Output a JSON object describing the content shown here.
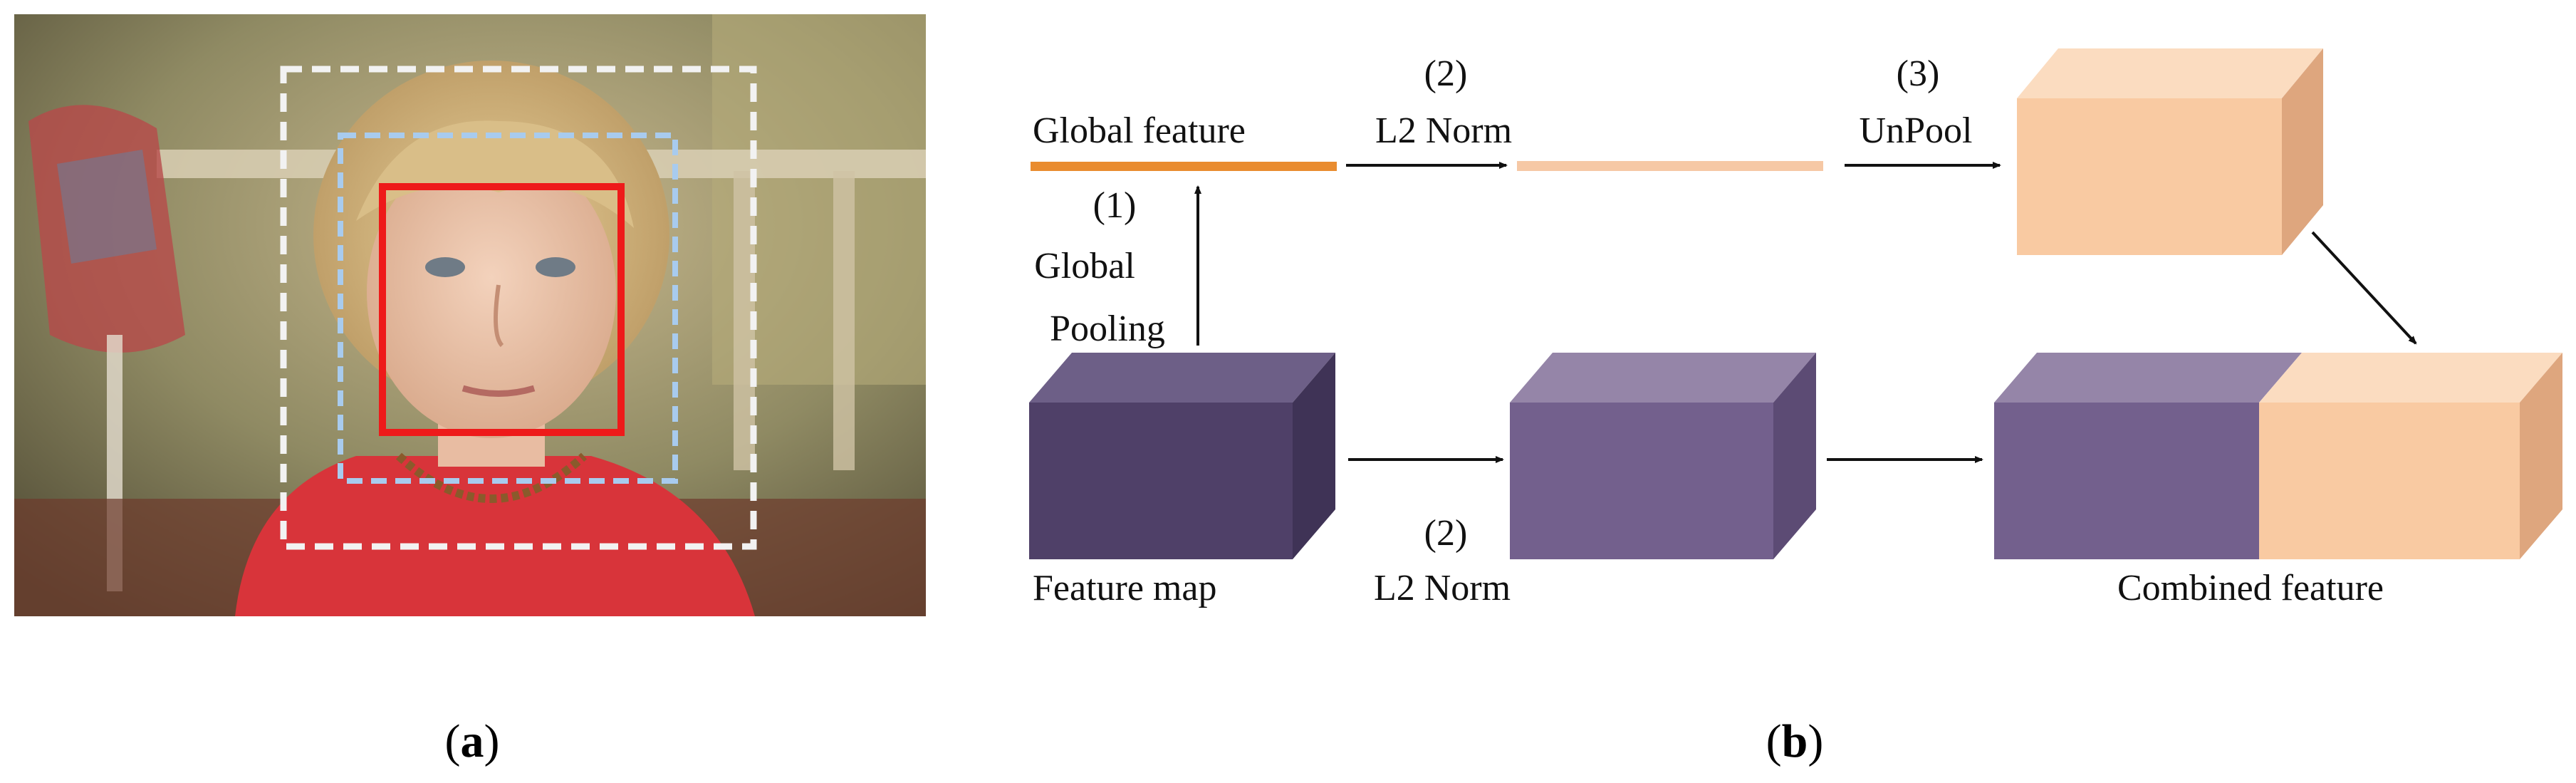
{
  "panel_a": {
    "caption_open": "(",
    "caption_letter": "a",
    "caption_close": ")",
    "photo_description_colors": {
      "face_box": "#ee1a1a",
      "inner_dashed_box": "#a8cbee",
      "outer_dashed_box": "#f2f2f2"
    }
  },
  "panel_b": {
    "caption_open": "(",
    "caption_letter": "b",
    "caption_close": ")",
    "labels": {
      "global_feature": "Global feature",
      "step1_number": "(1)",
      "step1_line1": "Global",
      "step1_line2": "Pooling",
      "step2_top_number": "(2)",
      "step2_top_text": "L2 Norm",
      "step3_number": "(3)",
      "step3_text": "UnPool",
      "feature_map": "Feature map",
      "step2_bottom_number": "(2)",
      "step2_bottom_text": "L2 Norm",
      "combined_feature": "Combined feature"
    },
    "colors": {
      "global_bar": "#e98c2f",
      "normed_bar": "#f6c8a5",
      "peach_front": "#f9caa2",
      "peach_top": "#fbdcc0",
      "peach_side": "#dea67e",
      "dark_purple_front": "#4f4068",
      "dark_purple_top": "#6d5f87",
      "dark_purple_side": "#3f3356",
      "purple_front": "#73608d",
      "purple_top": "#9585a8",
      "purple_side": "#5c4b74",
      "arrow": "#111111"
    }
  }
}
